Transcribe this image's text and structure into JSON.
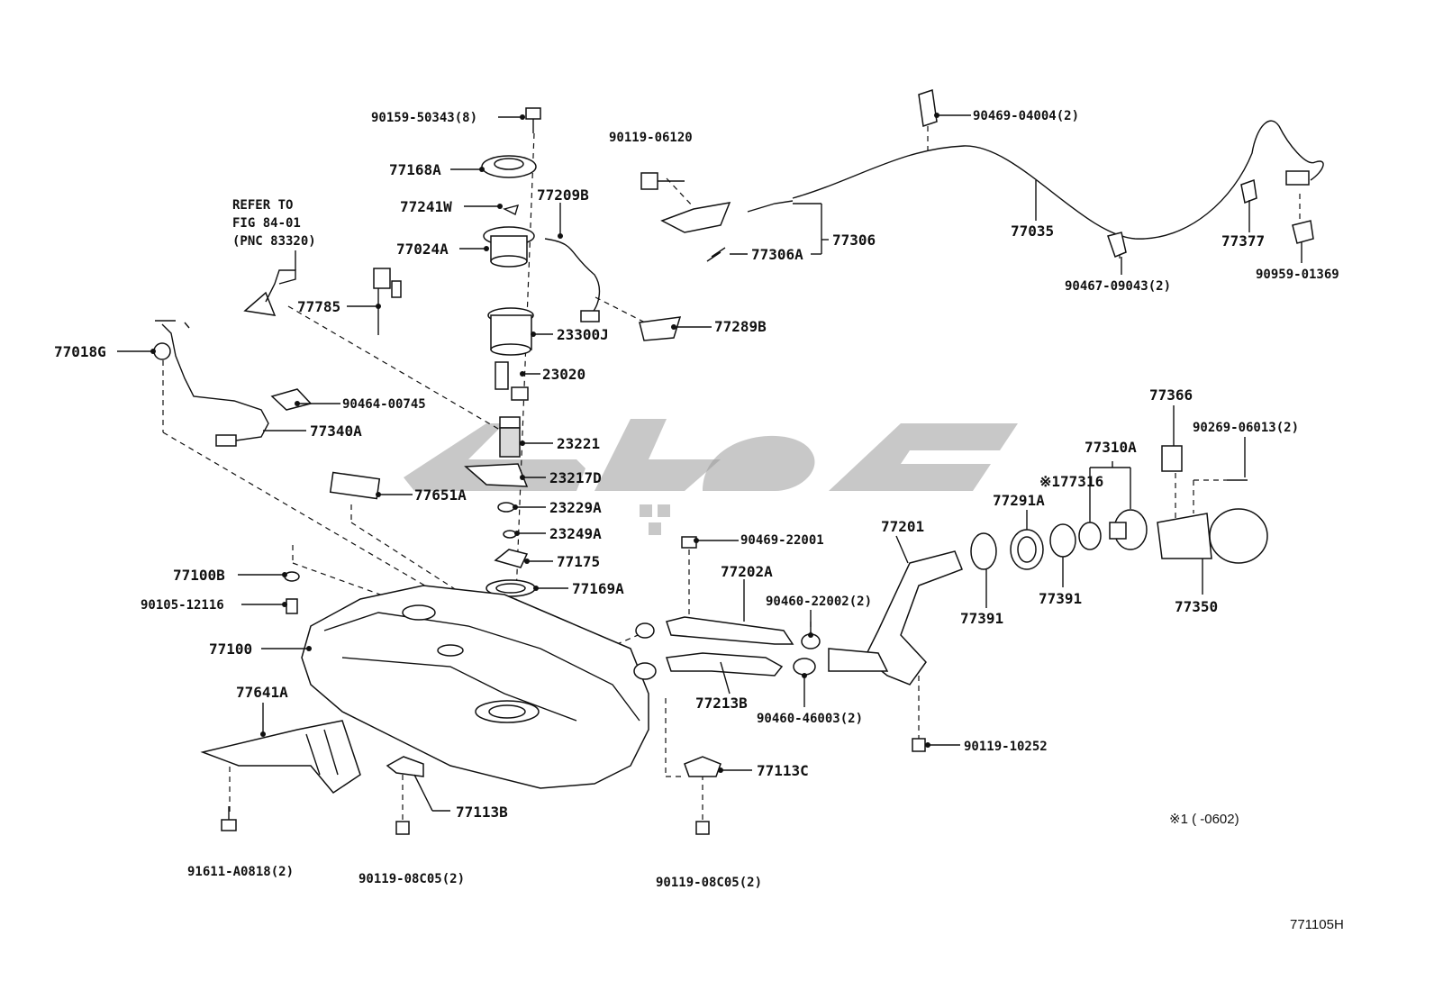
{
  "notes": {
    "refer_line1": "REFER TO",
    "refer_line2": "FIG 84-01",
    "refer_line3": "(PNC 83320)",
    "footnote": "※1 (      -0602)",
    "figure_code": "771105H"
  },
  "labels": {
    "p90159": "90159-50343(8)",
    "p77168A": "77168A",
    "p77241W": "77241W",
    "p77209B": "77209B",
    "p77024A": "77024A",
    "p23300J": "23300J",
    "p23020": "23020",
    "p23221": "23221",
    "p23217D": "23217D",
    "p23229A": "23229A",
    "p23249A": "23249A",
    "p77175": "77175",
    "p77169A": "77169A",
    "p77785": "77785",
    "p77018G": "77018G",
    "p90464": "90464-00745",
    "p77340A": "77340A",
    "p77651A": "77651A",
    "p77100B": "77100B",
    "p90105": "90105-12116",
    "p77100": "77100",
    "p77641A": "77641A",
    "p91611": "91611-A0818(2)",
    "p77113B": "77113B",
    "p90119_08C05_a": "90119-08C05(2)",
    "p90119_08C05_b": "90119-08C05(2)",
    "p77113C": "77113C",
    "p77289B": "77289B",
    "p90119_06120": "90119-06120",
    "p77306": "77306",
    "p77306A": "77306A",
    "p90469_04004": "90469-04004(2)",
    "p77035": "77035",
    "p90467": "90467-09043(2)",
    "p77377": "77377",
    "p90959": "90959-01369",
    "p90469_22001": "90469-22001",
    "p77202A": "77202A",
    "p77213B": "77213B",
    "p90460_22002": "90460-22002(2)",
    "p90460_46003": "90460-46003(2)",
    "p77201": "77201",
    "p90119_10252": "90119-10252",
    "p77291A": "77291A",
    "p77391_a": "77391",
    "p77391_b": "77391",
    "p77310A": "77310A",
    "p77316": "※177316",
    "p77366": "77366",
    "p90269": "90269-06013(2)",
    "p77350": "77350"
  }
}
